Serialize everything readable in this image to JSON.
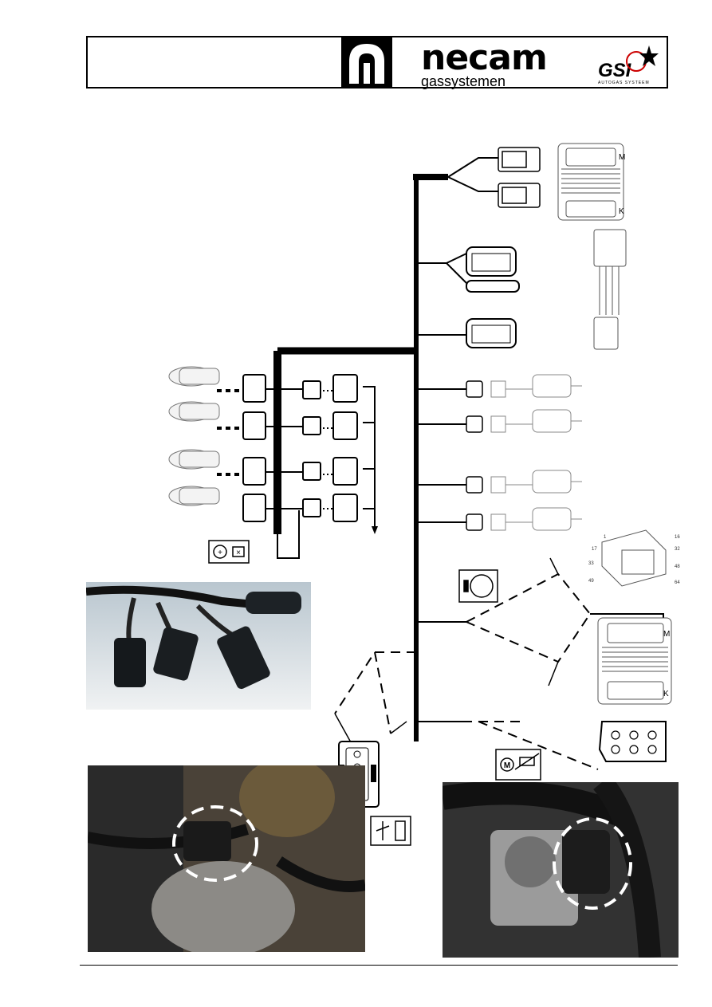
{
  "header": {
    "text_box": "",
    "brand_name": "necam",
    "brand_sub": "gassystemen",
    "partner_name": "GSI",
    "partner_sub": "AUTOGAS SYSTEEM"
  },
  "ecu_labels": {
    "top": "M",
    "bottom": "K"
  },
  "pin_labels": [
    "1",
    "17",
    "33",
    "49",
    "16",
    "32",
    "48",
    "64"
  ],
  "symbols": {
    "injector_plus": "+",
    "injector_cross": "×",
    "actuator_m": "M"
  },
  "icons": [
    "ecu-icon",
    "lambda-sensor-icon",
    "temperature-sensor-icon",
    "injector-icon",
    "throttle-motor-icon",
    "potentiometer-icon",
    "resistor-icon"
  ],
  "colors": {
    "line": "#000000",
    "photo_highlight": "#ffffff"
  }
}
